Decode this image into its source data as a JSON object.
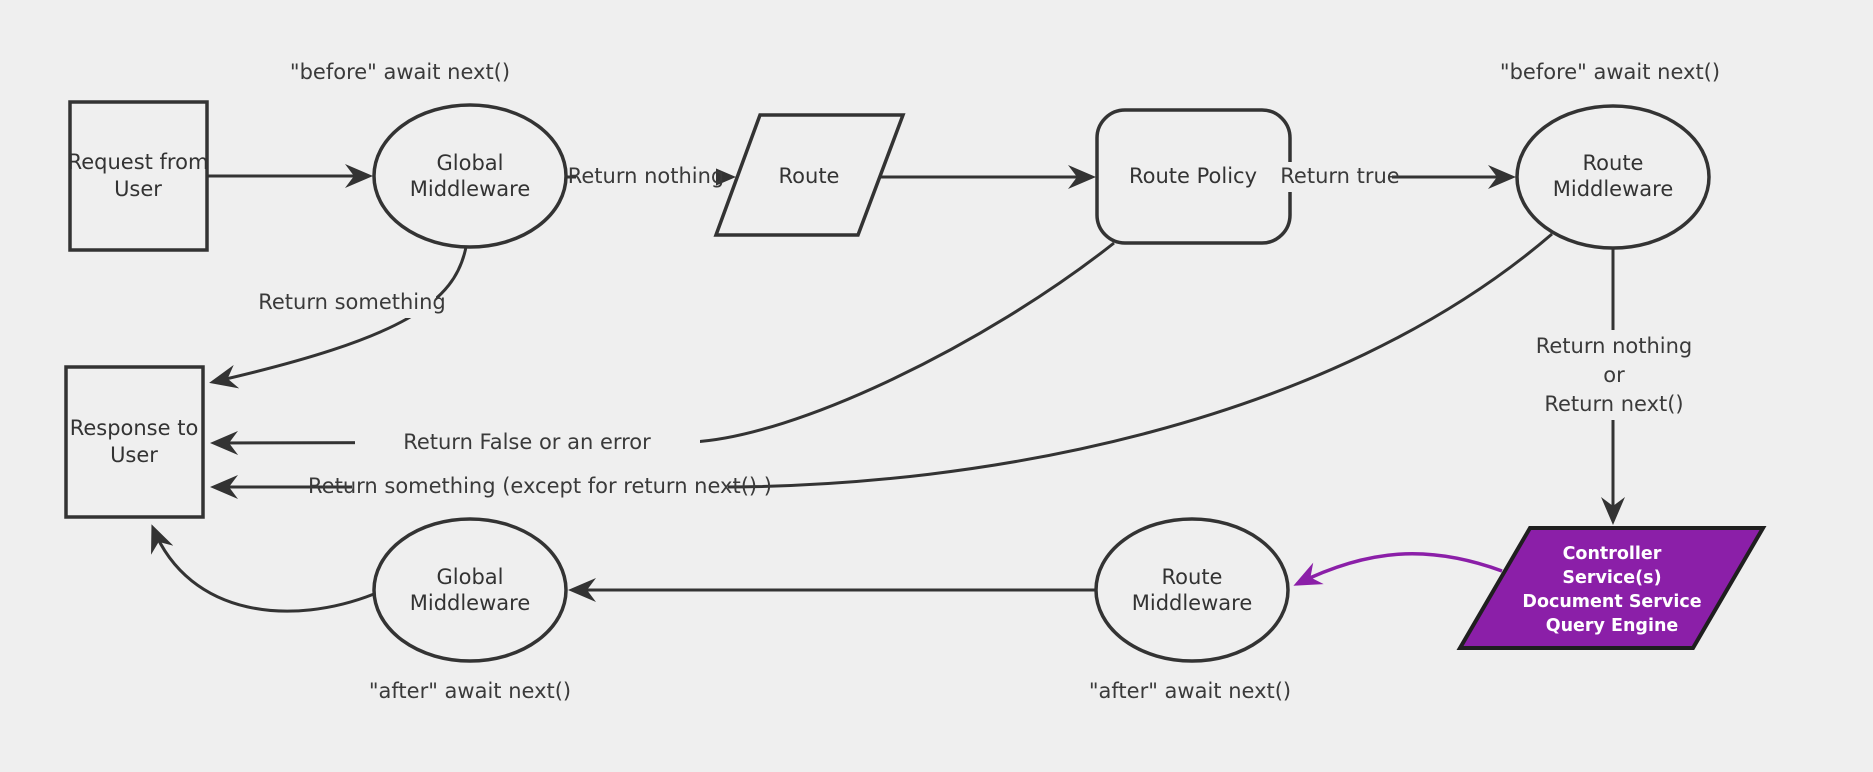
{
  "diagram": {
    "colors": {
      "background": "#efefef",
      "node_fill": "#efefef",
      "node_stroke": "#333333",
      "text": "#333333",
      "purple_fill": "#8b1fa8",
      "purple_stroke": "#1f1f1f",
      "purple_text": "#ffffff"
    },
    "nodes": {
      "request": {
        "lines": [
          "Request from",
          "User"
        ]
      },
      "global_middleware_top": {
        "lines": [
          "Global",
          "Middleware"
        ]
      },
      "route": {
        "label": "Route"
      },
      "route_policy": {
        "label": "Route Policy"
      },
      "route_middleware_top": {
        "lines": [
          "Route",
          "Middleware"
        ]
      },
      "response": {
        "lines": [
          "Response to",
          "User"
        ]
      },
      "global_middleware_bottom": {
        "lines": [
          "Global",
          "Middleware"
        ]
      },
      "route_middleware_bottom": {
        "lines": [
          "Route",
          "Middleware"
        ]
      },
      "controller": {
        "lines": [
          "Controller",
          "Service(s)",
          "Document Service",
          "Query Engine"
        ]
      }
    },
    "labels": {
      "before_top_left": "\"before\" await next()",
      "before_top_right": "\"before\" await next()",
      "return_nothing": "Return nothing",
      "return_true": "Return true",
      "return_something": "Return something",
      "return_false_or_error": "Return False or an error",
      "return_something_except": "Return something (except for return next() )",
      "return_nothing_or": {
        "lines": [
          "Return nothing",
          "or",
          "Return next()"
        ]
      },
      "after_bottom_left": "\"after\" await next()",
      "after_bottom_right": "\"after\" await next()"
    }
  }
}
